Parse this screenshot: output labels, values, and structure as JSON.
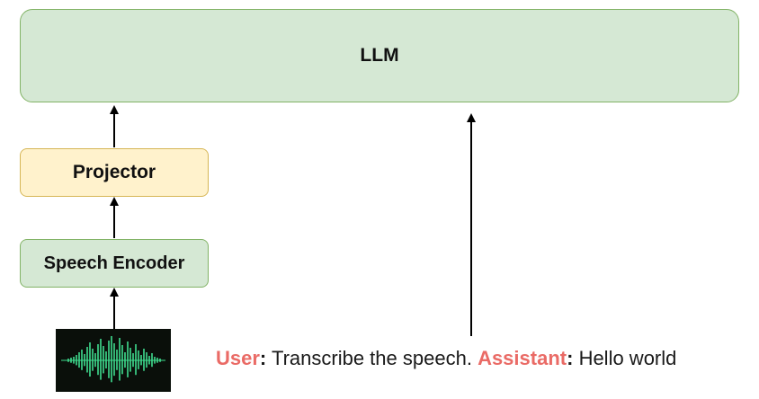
{
  "nodes": {
    "llm": {
      "label": "LLM"
    },
    "projector": {
      "label": "Projector"
    },
    "speech_encoder": {
      "label": "Speech Encoder"
    }
  },
  "prompt": {
    "user_role": "User",
    "user_text": "Transcribe the speech.",
    "assistant_role": "Assistant",
    "assistant_text": "Hello world",
    "separator": ":"
  },
  "colors": {
    "llm_fill": "#d5e8d4",
    "llm_stroke": "#82b366",
    "projector_fill": "#fff2cc",
    "projector_stroke": "#d6b656",
    "encoder_fill": "#d5e8d4",
    "encoder_stroke": "#82b366",
    "role_color": "#ea6b66",
    "waveform_bg": "#0a0f0a",
    "waveform_wave": "#3fdc8e"
  },
  "icons": {
    "audio": "audio-waveform-icon"
  }
}
